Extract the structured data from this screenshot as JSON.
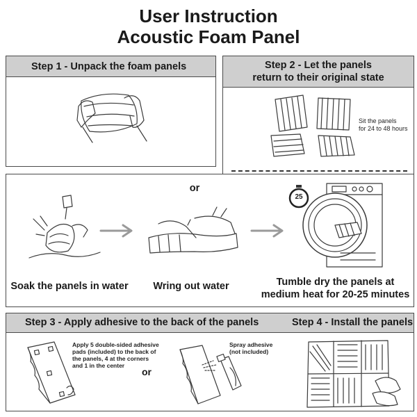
{
  "header": {
    "title_line1": "User Instruction",
    "title_line2": "Acoustic Foam Panel"
  },
  "step1": {
    "label": "Step 1 - Unpack the foam panels"
  },
  "step2": {
    "label_line1": "Step 2 - Let the panels",
    "label_line2": "return to their original state",
    "note_line1": "Sit the panels",
    "note_line2": "for 24 to 48 hours"
  },
  "wash": {
    "or_label": "or",
    "soak_label": "Soak the panels in water",
    "wring_label": "Wring out water",
    "tumble_line1": "Tumble dry the panels at",
    "tumble_line2": "medium heat for 20-25 minutes",
    "timer_value": "25"
  },
  "step3": {
    "label": "Step 3 - Apply adhesive to the back of the panels",
    "pads_line1": "Apply 5 double-sided adhesive",
    "pads_line2": "pads (included) to the back of",
    "pads_line3": "the panels, 4 at the corners",
    "pads_line4": "and 1 in the center",
    "or_label": "or",
    "spray_line1": "Spray adhesive",
    "spray_line2": "(not included)"
  },
  "step4": {
    "label": "Step 4 - Install the panels"
  }
}
